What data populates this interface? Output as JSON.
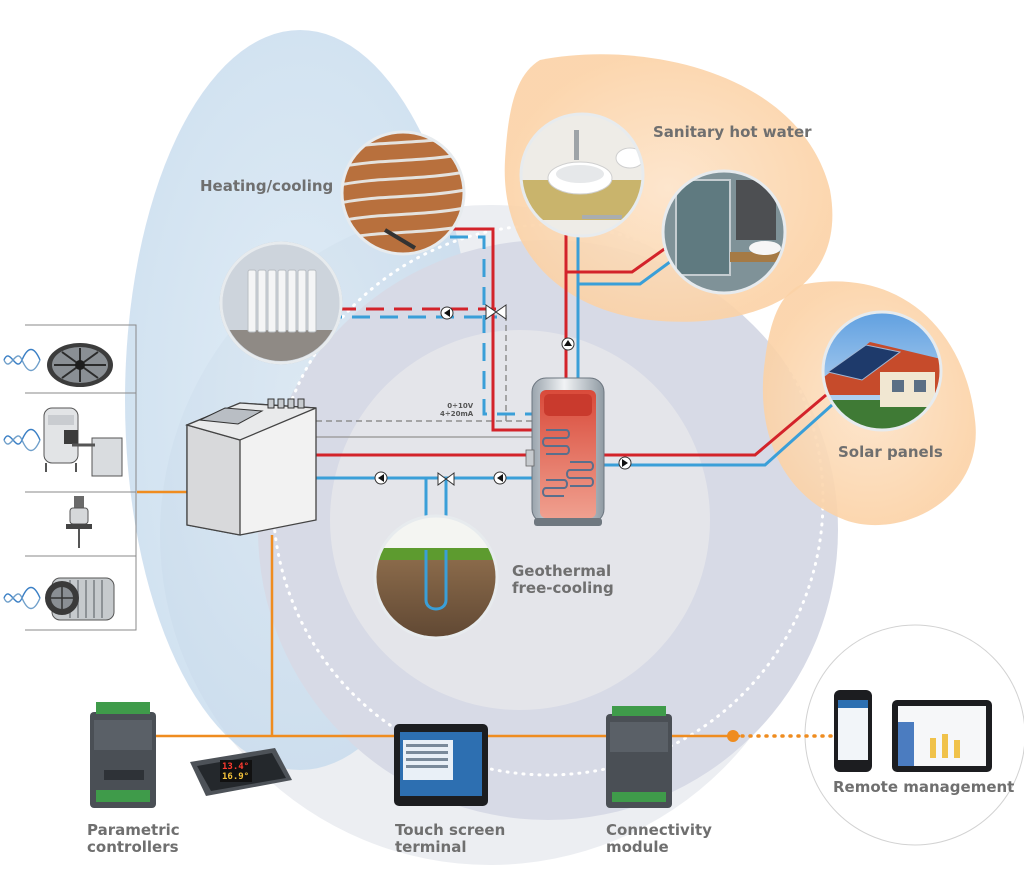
{
  "labels": {
    "heating_cooling": "Heating/cooling",
    "sanitary_hot_water": "Sanitary hot water",
    "solar_panels": "Solar panels",
    "geothermal": [
      "Geothermal",
      "free-cooling"
    ],
    "remote_management": "Remote management",
    "parametric_controllers": [
      "Parametric",
      "controllers"
    ],
    "touch_screen_terminal": [
      "Touch screen",
      "terminal"
    ],
    "connectivity_module": [
      "Connectivity",
      "module"
    ]
  },
  "signal_annotation": [
    "0÷10V",
    "4÷20mA"
  ],
  "display_readouts": {
    "top": "13.4°",
    "bottom": "16.9°"
  },
  "colors": {
    "hot_pipe": "#d3232a",
    "cold_pipe": "#3a9fd8",
    "control_line": "#ef8c1f",
    "blue_zone": "#c9dff0",
    "orange_zone": "#fbd7b0",
    "center_zone": "#dfe1e8"
  },
  "icons": [
    "fan-icon",
    "compressor-icon",
    "valve-icon",
    "pump-motor-icon",
    "radiator-icon",
    "floor-heating-icon",
    "sink-icon",
    "shower-icon",
    "solar-house-icon",
    "geothermal-ground-icon",
    "heat-pump-unit-icon",
    "storage-tank-icon",
    "smartphone-icon",
    "tablet-icon"
  ]
}
